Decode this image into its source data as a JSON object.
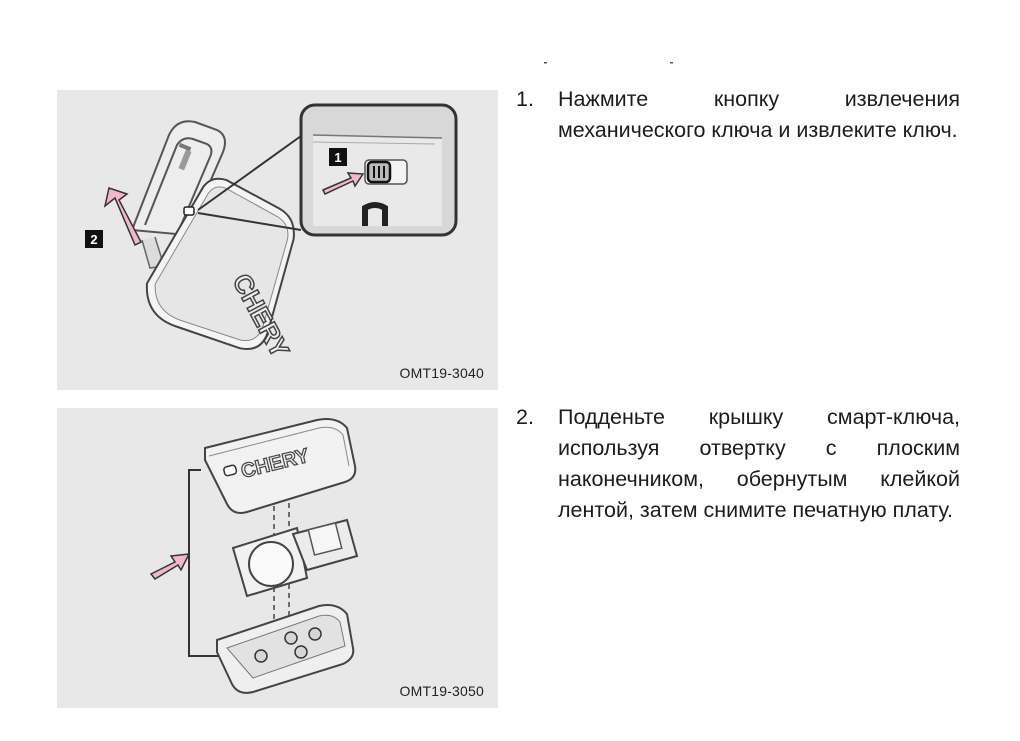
{
  "figures": [
    {
      "id": "OMT19-3040",
      "callouts": [
        "1",
        "2"
      ],
      "brand_logo": "CHERY"
    },
    {
      "id": "OMT19-3050",
      "brand_logo": "CHERY"
    }
  ],
  "steps": [
    {
      "number": "1.",
      "text": "Нажмите кнопку извлечения механического ключа и извлеките ключ."
    },
    {
      "number": "2.",
      "text": "Подденьте крышку смарт-ключа, используя отвертку с плоским наконечником, обернутым клейкой лентой, затем снимите печатную плату."
    }
  ],
  "colors": {
    "figure_bg": "#e8e8e8",
    "arrow_fill": "#f2b8c8",
    "callout_bg": "#111111"
  },
  "icons": [
    "arrow-icon",
    "lock-icon"
  ]
}
